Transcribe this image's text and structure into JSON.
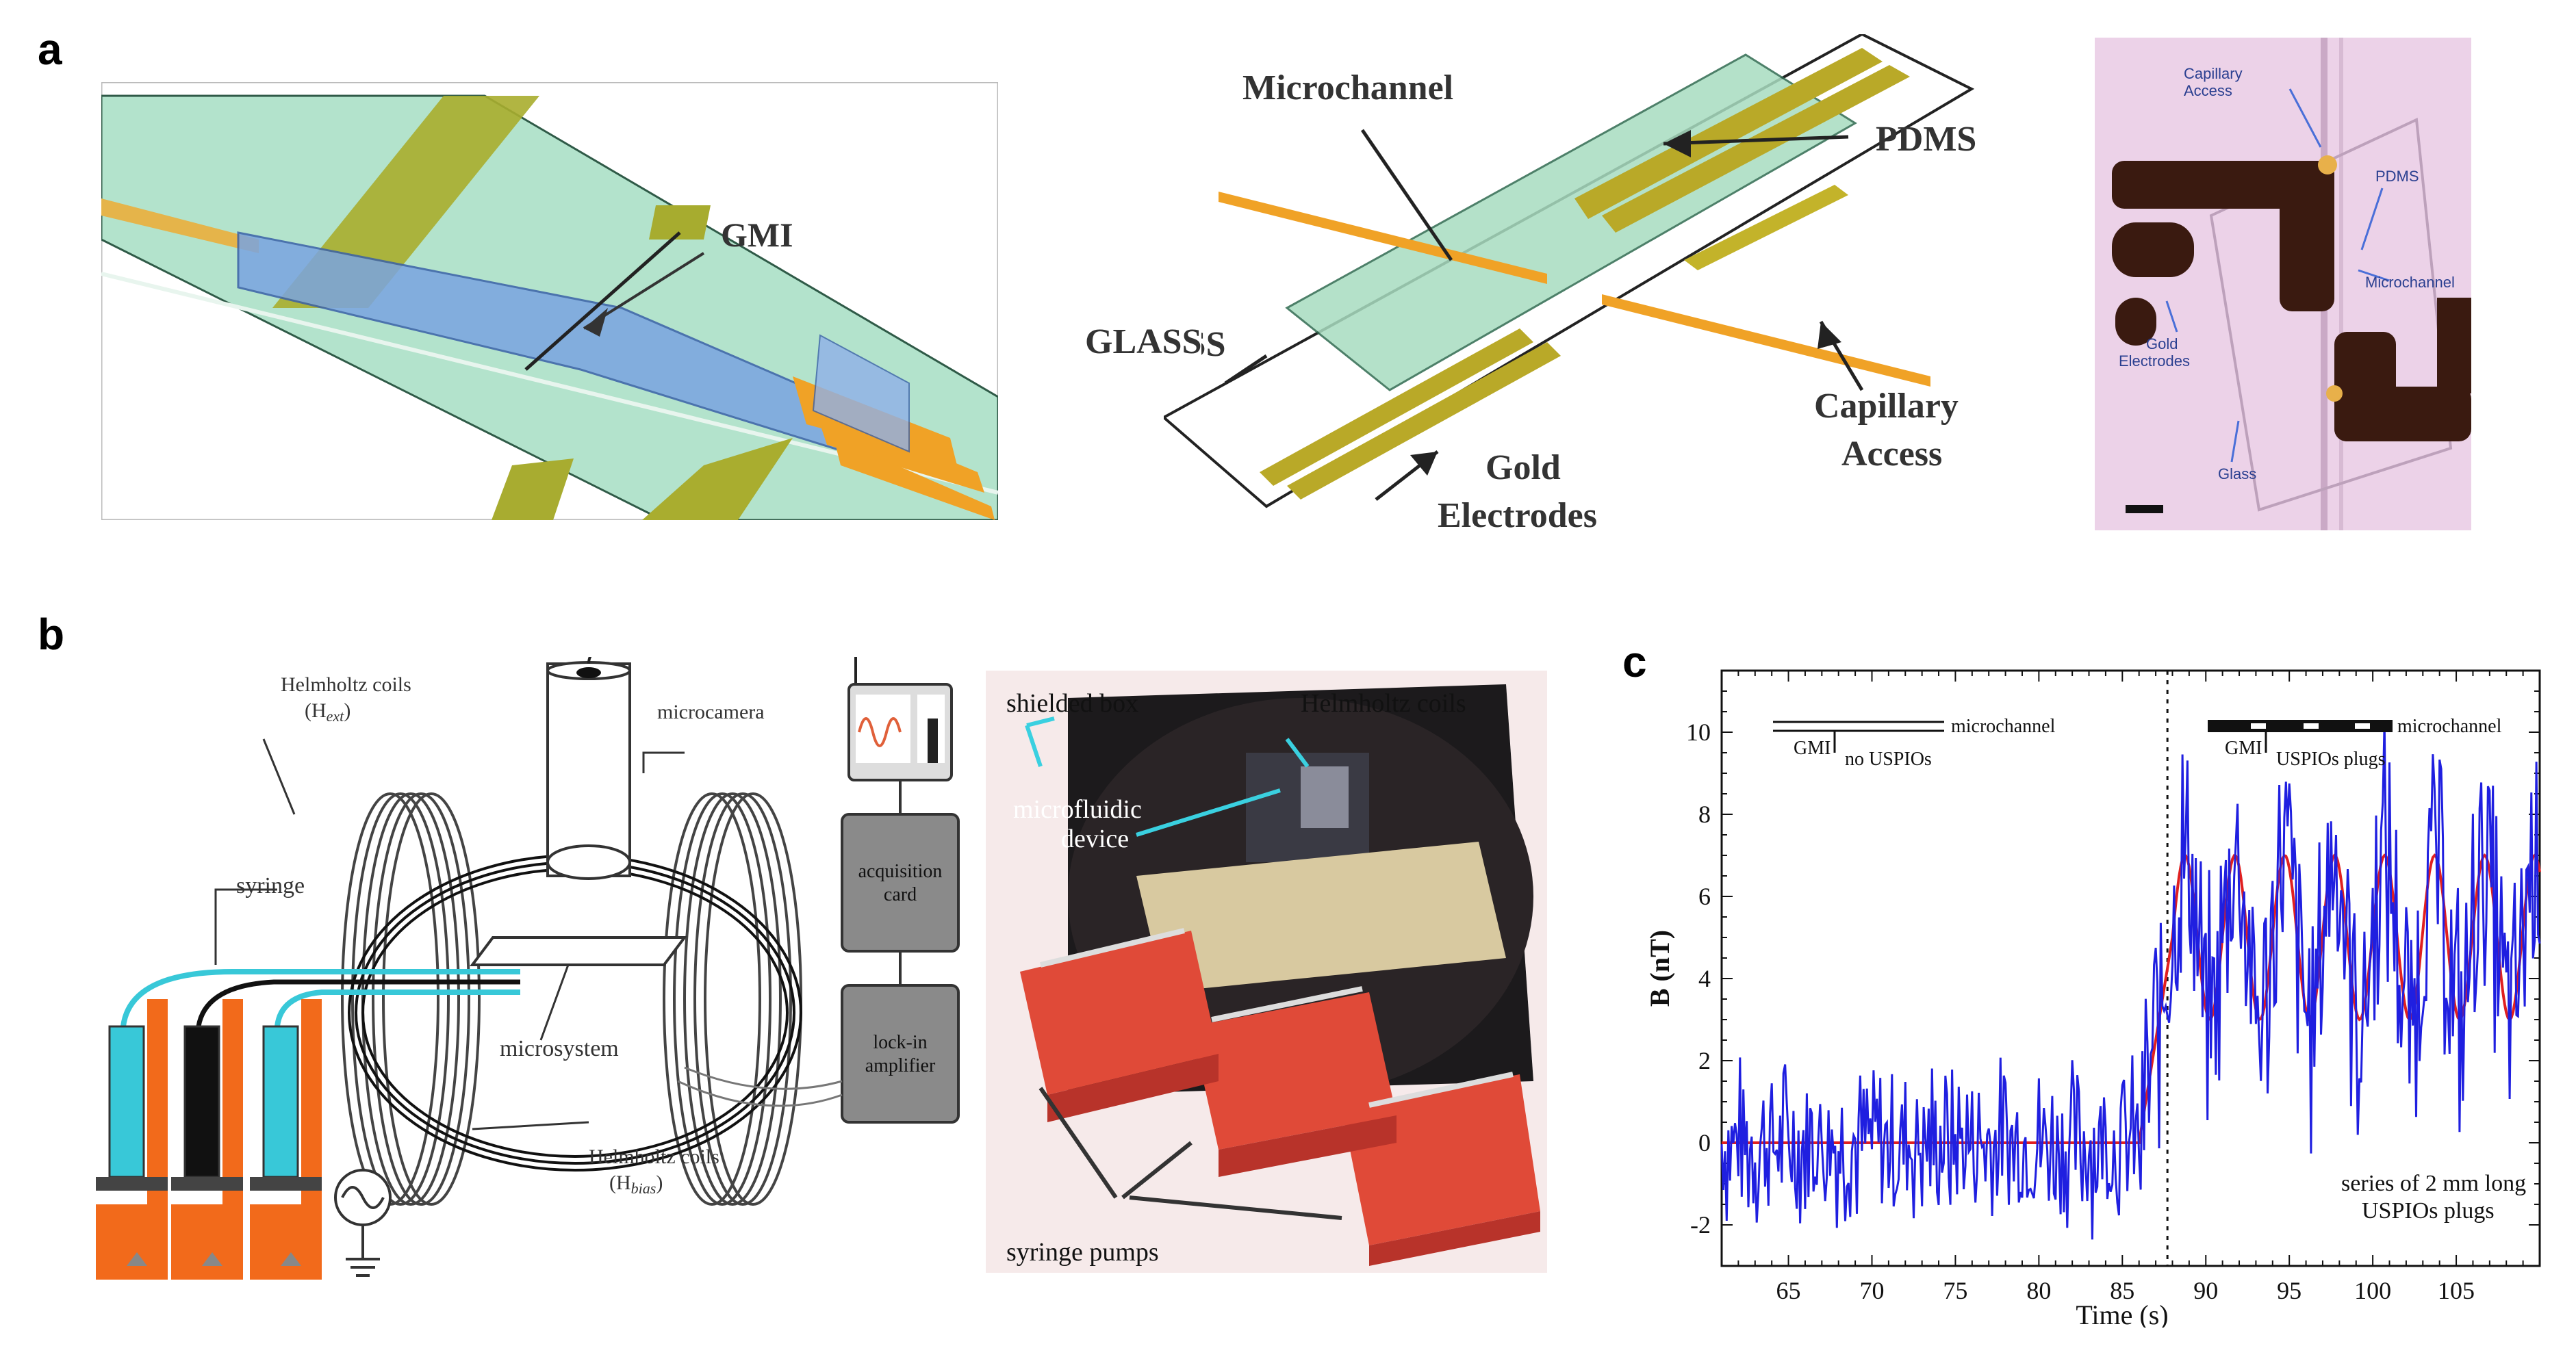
{
  "panels": {
    "a": {
      "letter": "a",
      "left": {
        "gmi_label": "GMI"
      },
      "middle": {
        "microchannel": "Microchannel",
        "pdms": "PDMS",
        "glass": "GLASS",
        "capillary_line1": "Capillary",
        "capillary_line2": "Access",
        "gold_line1": "Gold",
        "gold_line2": "Electrodes"
      },
      "photo": {
        "capillary_line1": "Capillary",
        "capillary_line2": "Access",
        "pdms": "PDMS",
        "microchannel": "Microchannel",
        "gold_line1": "Gold",
        "gold_line2": "Electrodes",
        "glass": "Glass"
      }
    },
    "b": {
      "letter": "b",
      "schematic": {
        "helmholtz_ext_line1": "Helmholtz coils",
        "helmholtz_ext_line2_pre": "(H",
        "helmholtz_ext_sub": "ext",
        "helmholtz_ext_line2_post": ")",
        "microcamera": "microcamera",
        "syringe": "syringe",
        "microsystem": "microsystem",
        "acquisition_line1": "acquisition",
        "acquisition_line2": "card",
        "lockin_line1": "lock-in",
        "lockin_line2": "amplifier",
        "helmholtz_bias_line1": "Helmholtz coils",
        "helmholtz_bias_line2_pre": "(H",
        "helmholtz_bias_sub": "bias",
        "helmholtz_bias_line2_post": ")"
      },
      "photo": {
        "shielded_box": "shielded box",
        "helmholtz_coils": "Helmholtz coils",
        "microfluidic_line1": "microfluidic",
        "microfluidic_line2": "device",
        "syringe_pumps": "syringe pumps"
      }
    },
    "c": {
      "letter": "c",
      "chart_data": {
        "type": "line",
        "xlabel": "Time (s)",
        "ylabel": "B (nT)",
        "xlim": [
          61,
          110
        ],
        "ylim": [
          -3,
          11.5
        ],
        "xticks": [
          65,
          70,
          75,
          80,
          85,
          90,
          95,
          100,
          105
        ],
        "yticks": [
          -2,
          0,
          2,
          4,
          6,
          8,
          10
        ],
        "transition_line_x": 87.7,
        "inset_left": {
          "channel": "microchannel",
          "gmi": "GMI",
          "note": "no USPIOs"
        },
        "inset_right": {
          "channel": "microchannel",
          "gmi": "GMI",
          "note": "USPIOs plugs"
        },
        "annotation_line1": "series of 2 mm long",
        "annotation_line2": "USPIOs plugs",
        "series": [
          {
            "color": "#1f1fe0",
            "kind": "measured"
          },
          {
            "color": "#e02020",
            "kind": "fit"
          }
        ]
      }
    }
  }
}
